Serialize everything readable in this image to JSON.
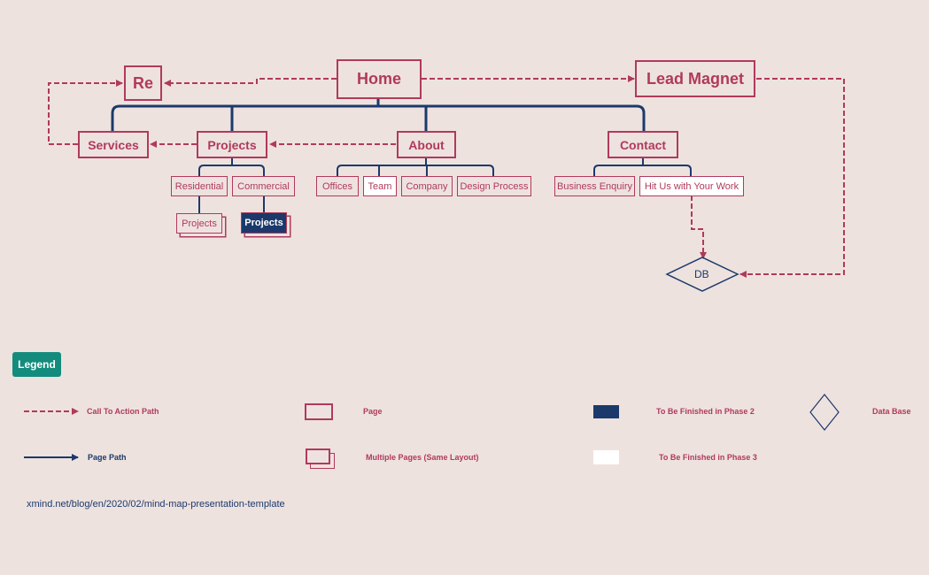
{
  "nodes": {
    "home": "Home",
    "re": "Re",
    "lead_magnet": "Lead Magnet",
    "services": "Services",
    "projects": "Projects",
    "about": "About",
    "contact": "Contact",
    "residential": "Residential",
    "commercial": "Commercial",
    "residential_projects": "Projects",
    "commercial_projects": "Projects",
    "offices": "Offices",
    "team": "Team",
    "company": "Company",
    "design_process": "Design Process",
    "business_enquiry": "Business Enquiry",
    "hit_us": "Hit Us with Your Work",
    "db": "DB"
  },
  "legend": {
    "title": "Legend",
    "cta_path": "Call To Action Path",
    "page_path": "Page Path",
    "page": "Page",
    "multiple_pages": "Multiple Pages (Same Layout)",
    "phase2": "To Be Finished in Phase 2",
    "phase3": "To Be Finished in Phase 3",
    "database": "Data Base"
  },
  "source": "xmind.net/blog/en/2020/02/mind-map-presentation-template",
  "colors": {
    "background": "#EEE2DF",
    "pink": "#B03A5B",
    "navy": "#1B3A6B",
    "teal": "#138C7D",
    "white": "#FFFFFF"
  }
}
